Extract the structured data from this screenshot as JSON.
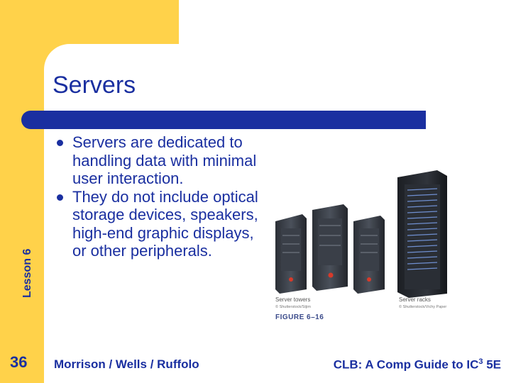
{
  "slide": {
    "title": "Servers",
    "lesson_label": "Lesson 6",
    "page_number": "36",
    "bullets": [
      "Servers are dedicated to handling data with minimal user interaction.",
      "They do not include optical storage devices, speakers, high-end graphic displays, or other peripherals."
    ],
    "footer_left": "Morrison / Wells / Ruffolo",
    "footer_right_prefix": "CLB: A Comp Guide to IC",
    "footer_right_sup": "3",
    "footer_right_suffix": " 5E"
  },
  "figure": {
    "left_caption": "Server towers",
    "left_credit": "© Shutterstock/Stjim",
    "right_caption": "Server racks",
    "right_credit": "© Shutterstock/Vichy Paper",
    "label": "FIGURE 6–16"
  },
  "colors": {
    "accent_yellow": "#ffd24a",
    "accent_blue": "#1a2fa0"
  }
}
